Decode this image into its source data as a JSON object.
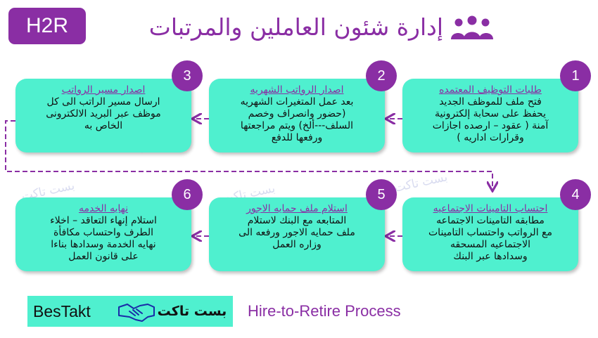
{
  "header": {
    "badge": "H2R",
    "title": "إدارة شئون العاملين والمرتبات",
    "icon": "people-group-icon"
  },
  "steps": [
    {
      "number": "1",
      "title": "طلبات التوظيف المعتمده",
      "body": "فتح ملف للموظف الجديد\nيحفظ على سحابة إلكترونية\nآمنة ( عقود – ارصده اجازات\nوقرارات اداريه )"
    },
    {
      "number": "2",
      "title": "اصدار الرواتب الشهريه",
      "body": "بعد عمل المتغيرات الشهريه\n(حضور وانصراف وخصم\nالسلف---ألخ) ويتم مراجعتها\nورفعها للدفع"
    },
    {
      "number": "3",
      "title": "اصدار مسير الرواتب",
      "body": "ارسال مسير الراتب الى كل\nموظف عبر البريد الالكترونى\nالخاص به"
    },
    {
      "number": "4",
      "title": "احتساب التامينات الاجتماعيه",
      "body": "مطابقه التامينات الاجتماعه\nمع الرواتب واحتساب التامينات\nالاجتماعيه المسحقه\nوسدادها عبر البنك"
    },
    {
      "number": "5",
      "title": "استلام ملف حمايه الاجور",
      "body": "المتابعه مع البنك لاستلام\nملف حمايه الاجور ورفعه الى\nوزاره العمل"
    },
    {
      "number": "6",
      "title": "نهايه الخدمه",
      "body": "استلام إنهاء التعاقد – اخلاء\nالطرف واحتساب مكافأة\nنهايه الخدمة وسدادها بناءا\nعلى قانون العمل"
    }
  ],
  "watermark": {
    "ar": "بست تاكت",
    "en": "BesTakt"
  },
  "footer": {
    "logo_ar": "بست تاكت",
    "logo_en": "BesTakt",
    "logo_icon": "handshake-icon",
    "caption": "Hire-to-Retire Process"
  },
  "colors": {
    "purple": "#8a2ea4",
    "teal": "#4ff0cf",
    "white": "#ffffff"
  }
}
